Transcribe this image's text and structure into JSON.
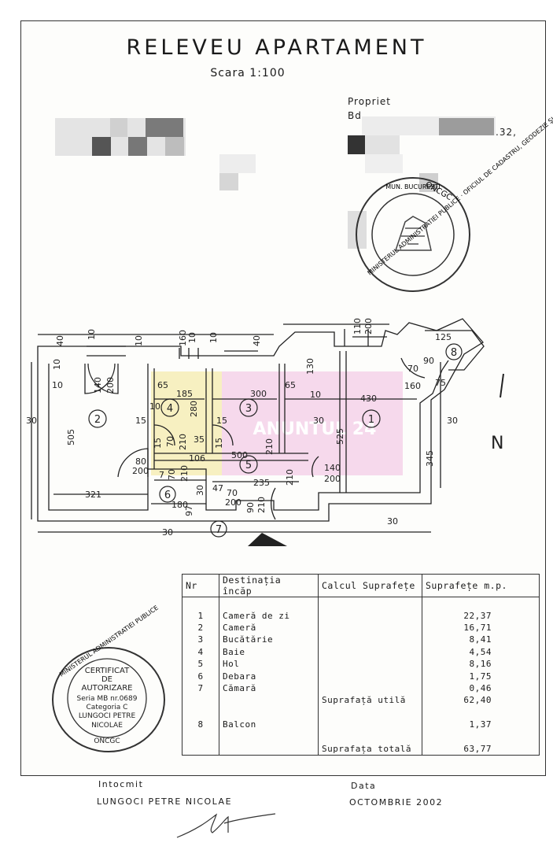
{
  "document": {
    "title": "RELEVEU APARTAMENT",
    "scale": "Scara 1:100",
    "owner_label": "Propriet",
    "address_prefix": "Bd",
    "address_suffix": ".32,"
  },
  "plan": {
    "rooms": [
      "1",
      "2",
      "3",
      "4",
      "5",
      "6",
      "7",
      "8"
    ],
    "compass": "N",
    "watermark": "ANUNTUL 24",
    "dims": [
      "40",
      "10",
      "10",
      "160",
      "10",
      "10",
      "40",
      "110",
      "200",
      "125",
      "90",
      "70",
      "160",
      "75",
      "65",
      "185",
      "280",
      "300",
      "65",
      "430",
      "140",
      "200",
      "30",
      "30",
      "505",
      "15",
      "15",
      "15",
      "15",
      "30",
      "525",
      "345",
      "35",
      "70",
      "210",
      "80",
      "200",
      "7",
      "70",
      "210",
      "106",
      "500",
      "210",
      "130",
      "321",
      "235",
      "210",
      "140",
      "200",
      "180",
      "97",
      "30",
      "47",
      "70",
      "200",
      "90",
      "210",
      "30",
      "30",
      "10",
      "10",
      "10",
      "10"
    ]
  },
  "table": {
    "headers": [
      "Nr",
      "Destinația încăp",
      "Calcul Suprafețe",
      "Suprafețe m.p."
    ],
    "rows": [
      {
        "nr": "1",
        "dest": "Cameră de zi",
        "calc": "",
        "sup": "22,37"
      },
      {
        "nr": "2",
        "dest": "Cameră",
        "calc": "",
        "sup": "16,71"
      },
      {
        "nr": "3",
        "dest": "Bucătărie",
        "calc": "",
        "sup": "8,41"
      },
      {
        "nr": "4",
        "dest": "Baie",
        "calc": "",
        "sup": "4,54"
      },
      {
        "nr": "5",
        "dest": "Hol",
        "calc": "",
        "sup": "8,16"
      },
      {
        "nr": "6",
        "dest": "Debara",
        "calc": "",
        "sup": "1,75"
      },
      {
        "nr": "7",
        "dest": "Cămară",
        "calc": "",
        "sup": "0,46"
      }
    ],
    "util_label": "Suprafață utilă",
    "util_value": "62,40",
    "balcon": {
      "nr": "8",
      "dest": "Balcon",
      "sup": "1,37"
    },
    "total_label": "Suprafața totală",
    "total_value": "63,77"
  },
  "stamp_left": {
    "lines": [
      "CERTIFICAT",
      "DE",
      "AUTORIZARE",
      "Seria MB nr.0689",
      "Categoria C",
      "LUNGOCI PETRE",
      "NICOLAE",
      "ONCGC"
    ],
    "ring": "MINISTERUL ADMINISTRATIEI PUBLICE"
  },
  "stamp_right": {
    "ring": "MINISTERUL ADMINISTRATIEI PUBLICE · OFICIUL DE CADASTRU, GEODEZIE ŞI CARTOGRAFIE",
    "inner": "ONCGC",
    "city": "MUN. BUCURESTI"
  },
  "footer": {
    "made_label": "Intocmit",
    "made_by": "LUNGOCI PETRE NICOLAE",
    "date_label": "Data",
    "date_value": "OCTOMBRIE 2002"
  },
  "colors": {
    "ink": "#1a1a1a",
    "watermark_yellow": "#f3e9a8",
    "watermark_pink": "#f2c9e6"
  }
}
